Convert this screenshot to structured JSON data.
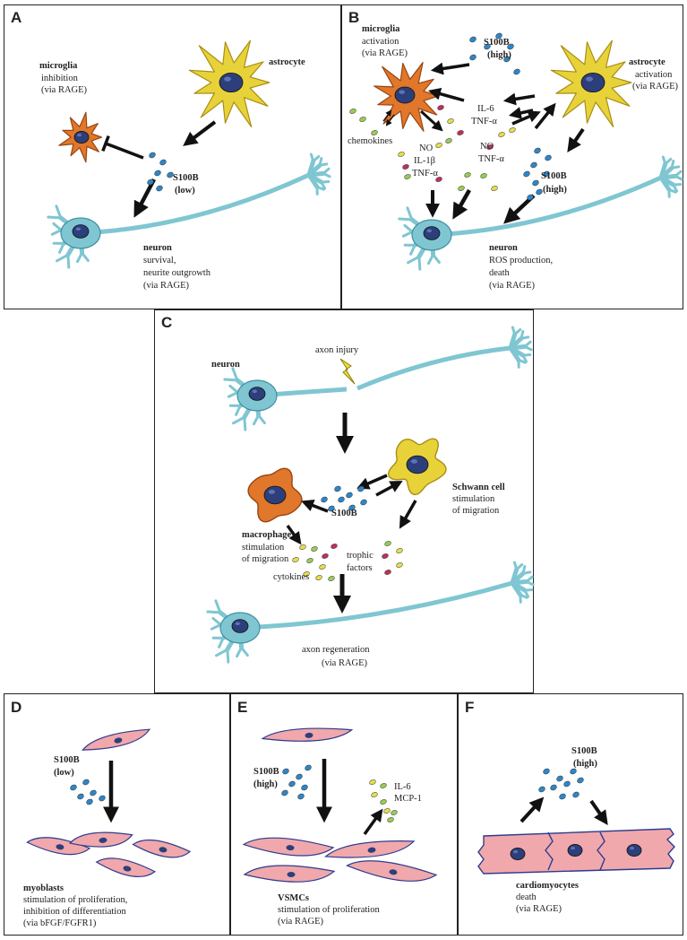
{
  "panels": [
    {
      "id": "A",
      "letter": "A"
    },
    {
      "id": "B",
      "letter": "B"
    },
    {
      "id": "C",
      "letter": "C"
    },
    {
      "id": "D",
      "letter": "D"
    },
    {
      "id": "E",
      "letter": "E"
    },
    {
      "id": "F",
      "letter": "F"
    }
  ],
  "panelA": {
    "microglia": "microglia",
    "microglia_l1": "inhibition",
    "microglia_l2": "(via RAGE)",
    "astrocyte": "astrocyte",
    "s100b": "S100B",
    "s100b_level": "(low)",
    "neuron": "neuron",
    "neuron_l1": "survival,",
    "neuron_l2": "neurite outgrowth",
    "neuron_l3": "(via RAGE)"
  },
  "panelB": {
    "microglia": "microglia",
    "microglia_l1": "activation",
    "microglia_l2": "(via RAGE)",
    "s100b_top": "S100B",
    "s100b_top_level": "(high)",
    "astrocyte": "astrocyte",
    "astrocyte_l1": "activation",
    "astrocyte_l2": "(via RAGE)",
    "il6": "IL-6",
    "tnfa1": "TNF-α",
    "chemokines": "chemokines",
    "no1": "NO",
    "il1b": "IL-1β",
    "tnfa2": "TNF-α",
    "no2": "NO",
    "tnfa3": "TNF-α",
    "s100b_right": "S100B",
    "s100b_right_level": "(high)",
    "neuron": "neuron",
    "neuron_l1": "ROS production,",
    "neuron_l2": "death",
    "neuron_l3": "(via RAGE)"
  },
  "panelC": {
    "neuron": "neuron",
    "axon_injury": "axon injury",
    "schwann": "Schwann cell",
    "schwann_l1": "stimulation",
    "schwann_l2": "of migration",
    "s100b": "S100B",
    "macrophage": "macrophage",
    "macrophage_l1": "stimulation",
    "macrophage_l2": "of migration",
    "trophic1": "trophic",
    "trophic2": "factors",
    "cytokines": "cytokines",
    "regen": "axon regeneration",
    "regen_l2": "(via RAGE)"
  },
  "panelD": {
    "s100b": "S100B",
    "s100b_level": "(low)",
    "myoblasts": "myoblasts",
    "l1": "stimulation of proliferation,",
    "l2": "inhibition of differentiation",
    "l3": "(via bFGF/FGFR1)"
  },
  "panelE": {
    "s100b": "S100B",
    "s100b_level": "(high)",
    "il6": "IL-6",
    "mcp1": "MCP-1",
    "vsmcs": "VSMCs",
    "l1": "stimulation of proliferation",
    "l2": "(via RAGE)"
  },
  "panelF": {
    "s100b": "S100B",
    "s100b_level": "(high)",
    "cardio": "cardiomyocytes",
    "l1": "death",
    "l2": "(via RAGE)"
  },
  "colors": {
    "neuron": "#7fc6d2",
    "neuron_stroke": "#3f8f9e",
    "nucleus": "#2c3f7a",
    "astrocyte": "#e8d23a",
    "astrocyte_stroke": "#a98f14",
    "microglia": "#e0772a",
    "microglia_stroke": "#9a4410",
    "s100b_dot": "#2e86c8",
    "green_dot": "#9acc55",
    "yellow_dot": "#e6df4a",
    "red_dot": "#c0305a",
    "muscle": "#f0a8ac",
    "muscle_stroke": "#2e3b8f"
  }
}
